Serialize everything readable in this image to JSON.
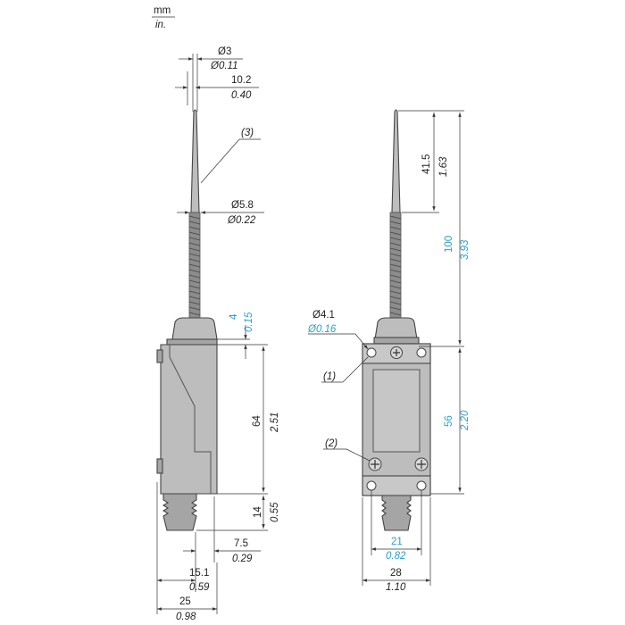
{
  "units": {
    "primary": "mm",
    "secondary": "in."
  },
  "colors": {
    "dimension_primary": "#222222",
    "dimension_highlight": "#2a9fd0",
    "part_fill": "#bdbdbd",
    "part_dark": "#8c8c8c"
  },
  "side_view": {
    "rod_tip_diameter": {
      "mm": "Ø3",
      "in": "Ø0.11"
    },
    "rod_offset": {
      "mm": "10.2",
      "in": "0.40"
    },
    "callout_rod": "(3)",
    "rod_base_diameter": {
      "mm": "Ø5.8",
      "in": "Ø0.22"
    },
    "head_height": {
      "mm": "4",
      "in": "0.15"
    },
    "body_height": {
      "mm": "64",
      "in": "2.51"
    },
    "plunger_height": {
      "mm": "14",
      "in": "0.55"
    },
    "bottom_offset": {
      "mm": "7.5",
      "in": "0.29"
    },
    "axis_offset": {
      "mm": "15.1",
      "in": "0.59"
    },
    "body_depth": {
      "mm": "25",
      "in": "0.98"
    }
  },
  "front_view": {
    "tip_length": {
      "mm": "41.5",
      "in": "1.63"
    },
    "rod_length": {
      "mm": "100",
      "in": "3.93"
    },
    "mount_hole": {
      "mm": "Ø4.1",
      "in": "Ø0.16"
    },
    "callout_hole": "(1)",
    "callout_screw": "(2)",
    "body_height": {
      "mm": "56",
      "in": "2.20"
    },
    "hole_spacing": {
      "mm": "21",
      "in": "0.82"
    },
    "body_width": {
      "mm": "28",
      "in": "1.10"
    }
  }
}
